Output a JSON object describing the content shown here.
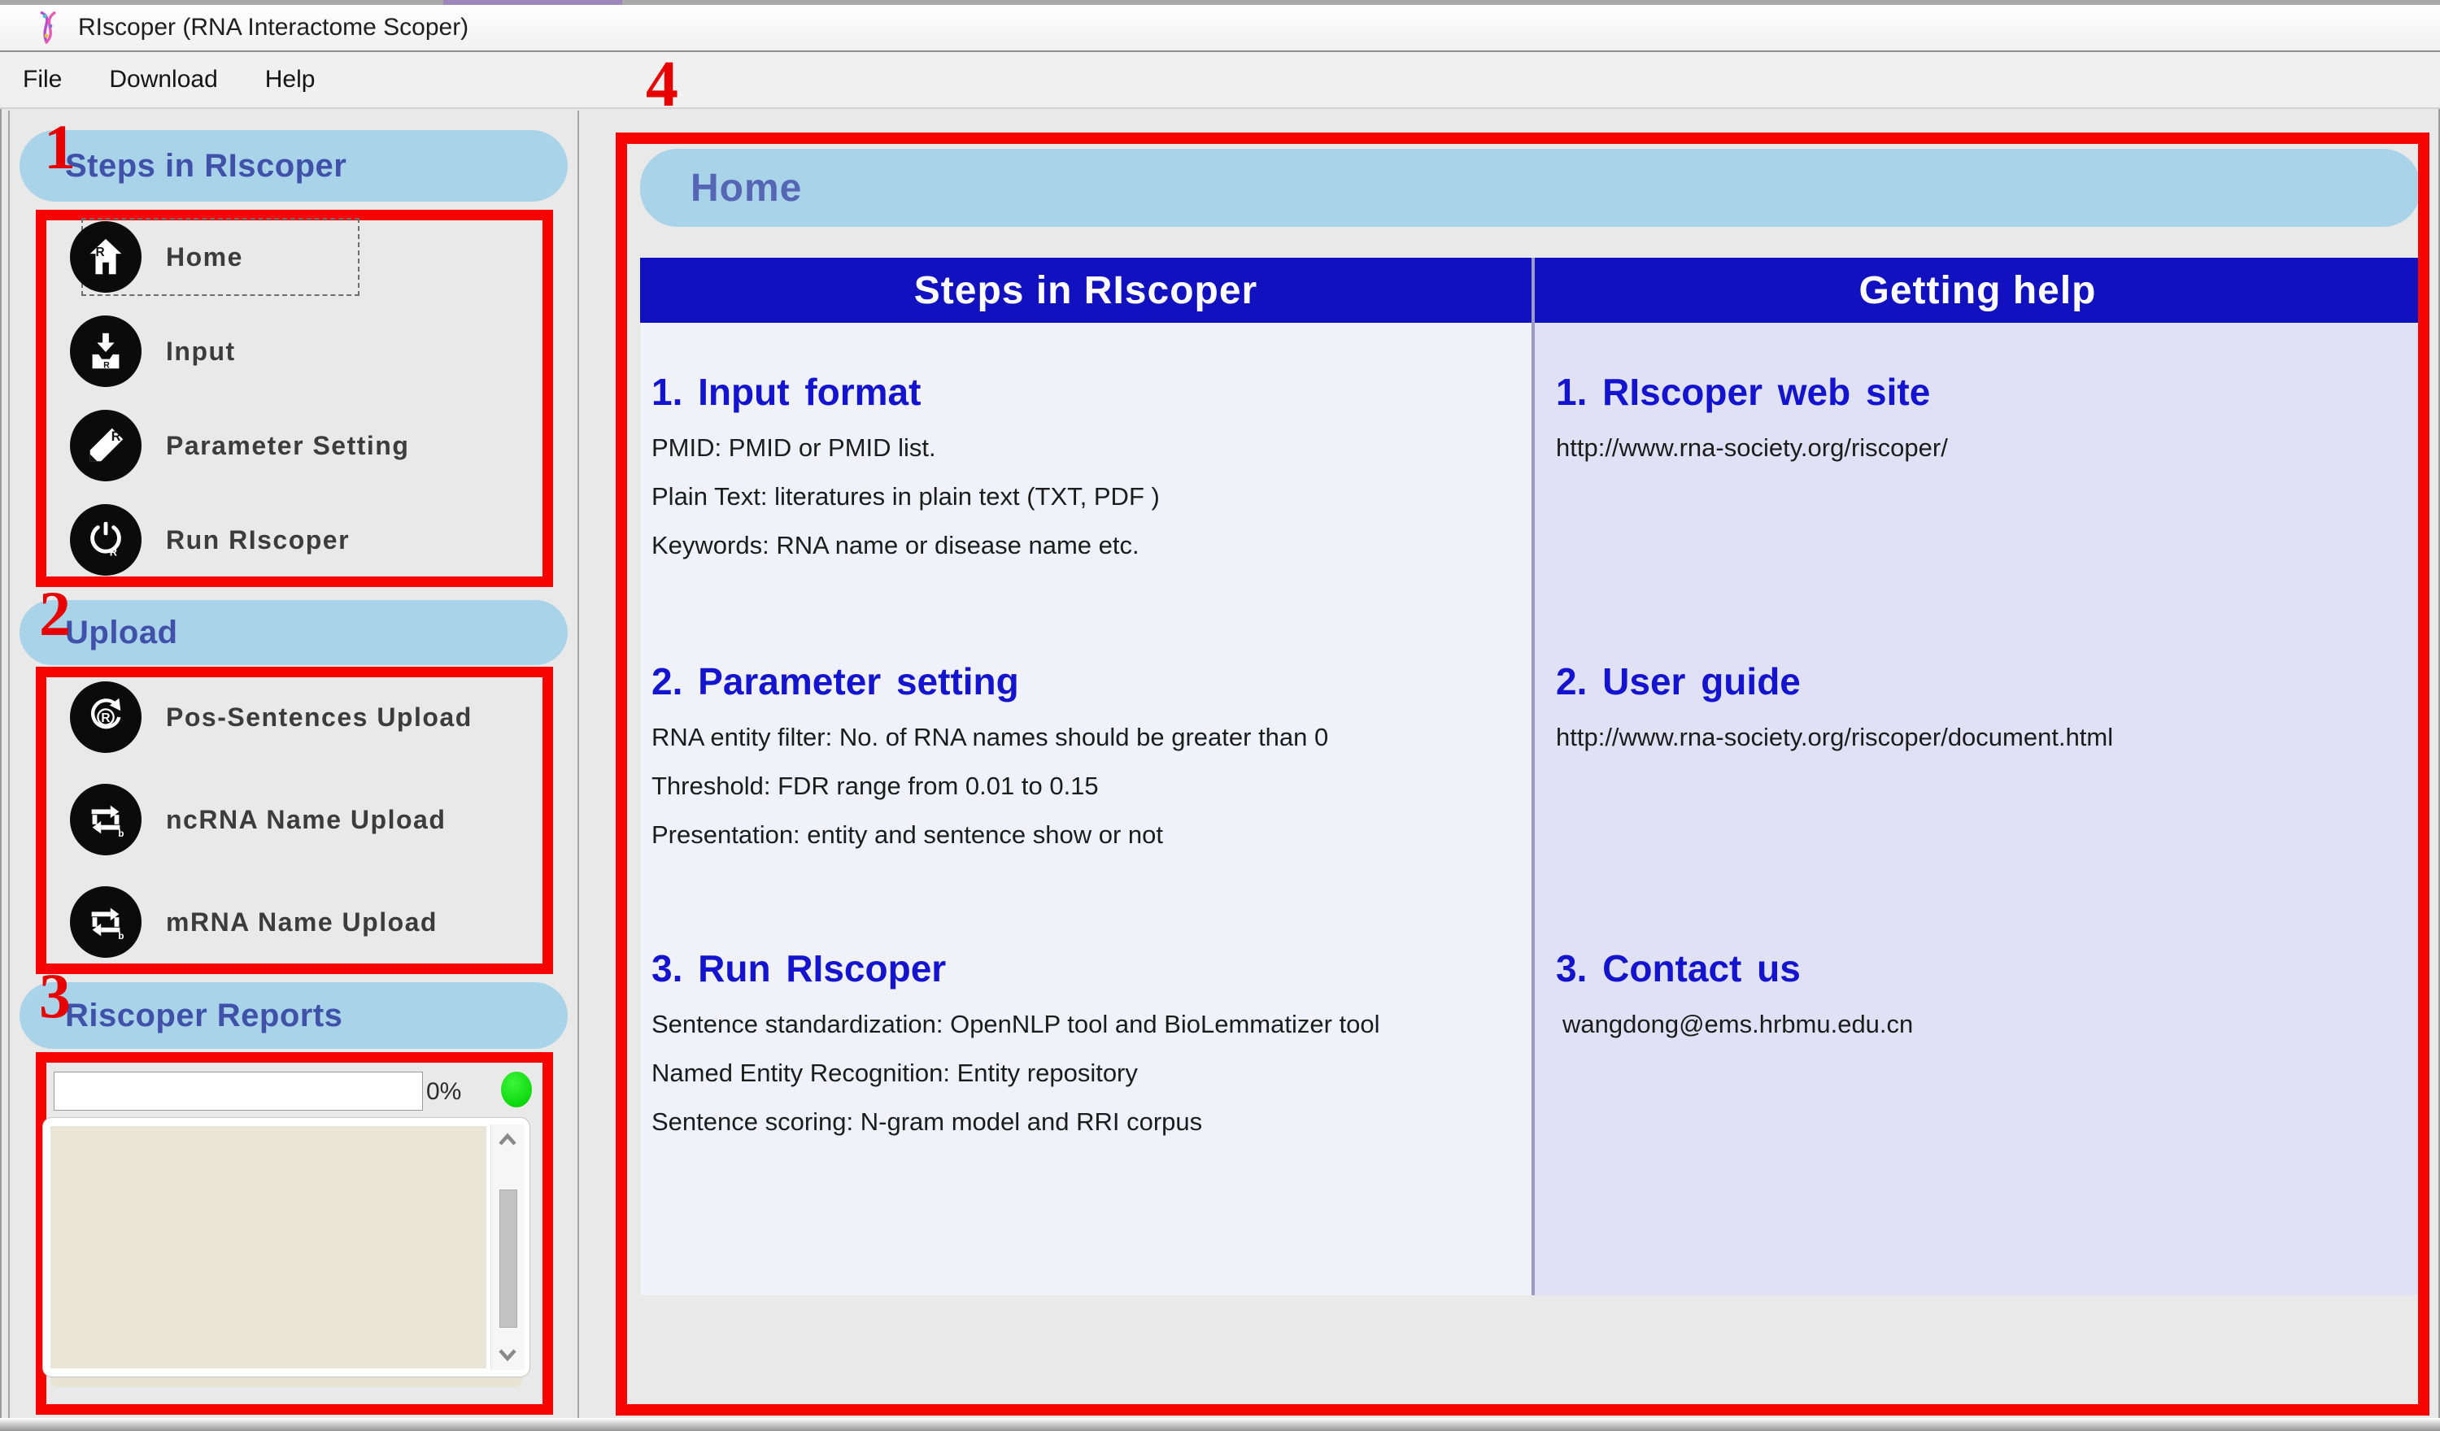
{
  "window": {
    "title": "RIscoper (RNA Interactome Scoper)",
    "app_icon": "dna-icon"
  },
  "menubar": {
    "items": [
      {
        "label": "File"
      },
      {
        "label": "Download"
      },
      {
        "label": "Help"
      }
    ]
  },
  "annotations": {
    "n1": "1",
    "n2": "2",
    "n3": "3",
    "n4": "4",
    "color": "#e60000"
  },
  "sidebar": {
    "steps": {
      "header": "Steps in RIscoper",
      "items": [
        {
          "label": "Home",
          "icon": "home-icon",
          "selected": true
        },
        {
          "label": "Input",
          "icon": "input-icon",
          "selected": false
        },
        {
          "label": "Parameter Setting",
          "icon": "parameter-setting-icon",
          "selected": false
        },
        {
          "label": "Run RIscoper",
          "icon": "run-icon",
          "selected": false
        }
      ]
    },
    "upload": {
      "header": "Upload",
      "items": [
        {
          "label": "Pos-Sentences Upload",
          "icon": "pos-sentences-upload-icon"
        },
        {
          "label": "ncRNA Name Upload",
          "icon": "ncrna-name-upload-icon"
        },
        {
          "label": "mRNA Name Upload",
          "icon": "mrna-name-upload-icon"
        }
      ]
    },
    "reports": {
      "header": "Riscoper Reports",
      "progress_percent": "0%",
      "status_color": "#10dc10",
      "log_text": ""
    }
  },
  "main": {
    "banner_title": "Home",
    "columns": [
      {
        "header": "Steps in RIscoper",
        "sections": [
          {
            "title": "1. Input format",
            "lines": [
              "PMID: PMID or PMID list.",
              "Plain Text: literatures in plain text (TXT, PDF )",
              "Keywords: RNA name or disease name etc."
            ]
          },
          {
            "title": "2. Parameter setting",
            "lines": [
              "RNA entity filter: No. of RNA names should be greater than 0",
              "Threshold: FDR range from 0.01 to 0.15",
              "Presentation: entity and sentence show or not"
            ]
          },
          {
            "title": "3. Run RIscoper",
            "lines": [
              "Sentence standardization: OpenNLP tool and BioLemmatizer tool",
              "Named Entity Recognition: Entity repository",
              "Sentence scoring: N-gram model and RRI corpus"
            ]
          }
        ]
      },
      {
        "header": "Getting help",
        "sections": [
          {
            "title": "1. RIscoper web site",
            "lines": [
              "http://www.rna-society.org/riscoper/"
            ]
          },
          {
            "title": "2. User guide",
            "lines": [
              "http://www.rna-society.org/riscoper/document.html"
            ]
          },
          {
            "title": "3. Contact us",
            "lines": [
              "wangdong@ems.hrbmu.edu.cn"
            ]
          }
        ]
      }
    ]
  },
  "icon_letters": {
    "r": "R",
    "b": "b"
  },
  "colors": {
    "section_header_pill": "#a8d3e9",
    "pill_text": "#3f51a8",
    "table_header_blue": "#1111bf",
    "heading_blue": "#1414cf",
    "left_column_bg": "#f1f1fa",
    "right_column_bg": "#e1e1f6",
    "annotation_red": "#f50400",
    "status_green": "#10dc10",
    "log_bg": "#e9e6d8"
  }
}
